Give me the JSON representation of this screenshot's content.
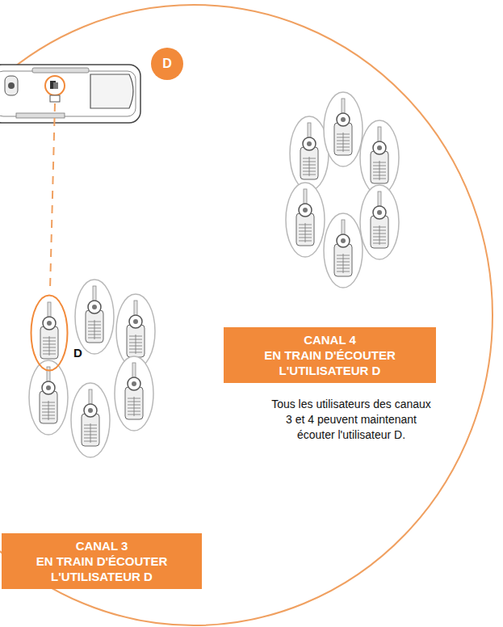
{
  "diagram": {
    "nodes": [
      {
        "text": [
          "D"
        ]
      },
      {
        "text": [
          "D"
        ]
      },
      {
        "text": [
          "CANAL 4",
          "EN TRAIN D'ÉCOUTER L'UTILISATEUR D"
        ]
      },
      {
        "text": [
          "CANAL 3",
          "EN TRAIN D'ÉCOUTER L'UTILISATEUR D"
        ]
      }
    ],
    "labels": [
      "Tous les utilisateurs des canaux 3 et 4 peuvent maintenant écouter l'utilisateur D."
    ]
  }
}
